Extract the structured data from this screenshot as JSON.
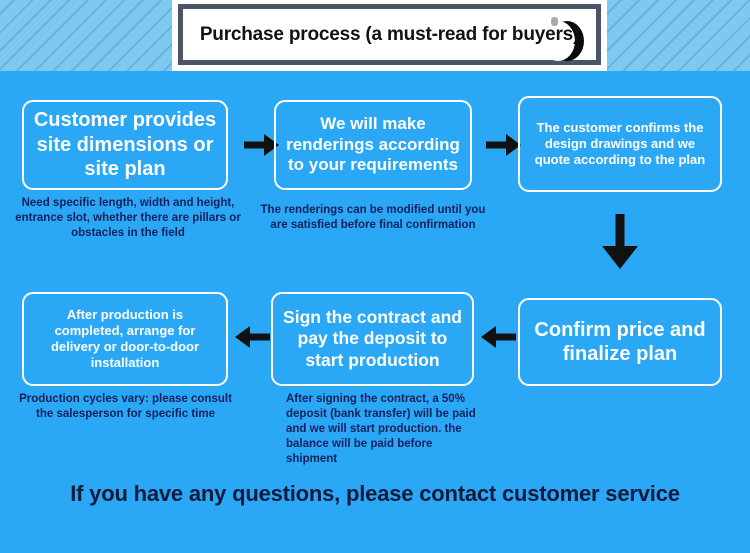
{
  "header": {
    "title": "Purchase process (a must-read for buyers)",
    "artifact_name": "erased-watermark-crescent"
  },
  "colors": {
    "background": "#2BA8F5",
    "header_stripe_base": "#7FC9F0",
    "header_stripe_line": "#64B4DF",
    "node_border": "#FFFFFF",
    "node_text": "#FFFFFF",
    "caption_text": "#13205C",
    "title_border": "#4A5568",
    "title_text": "#121212",
    "arrow": "#111111",
    "footer_text": "#101A3C"
  },
  "steps": [
    {
      "id": "step-1",
      "label": "Customer provides site dimensions or site plan",
      "caption": "Need specific length, width and height, entrance slot, whether there are pillars or obstacles in the field"
    },
    {
      "id": "step-2",
      "label": "We will make renderings according to your requirements",
      "caption": "The renderings can be modified until you are satisfied before final confirmation"
    },
    {
      "id": "step-3",
      "label": "The customer confirms the design drawings and we quote according to the plan",
      "caption": ""
    },
    {
      "id": "step-4",
      "label": "Confirm price and finalize plan",
      "caption": ""
    },
    {
      "id": "step-5",
      "label": "Sign the contract and pay the deposit to start production",
      "caption": "After signing the contract, a 50% deposit (bank transfer) will be paid and we will start production. the balance will be paid before shipment"
    },
    {
      "id": "step-6",
      "label": "After production is completed, arrange for delivery or door-to-door installation",
      "caption": "Production cycles vary: please consult the salesperson for specific time"
    }
  ],
  "arrows": [
    {
      "name": "arrow-right-step1-to-step2",
      "direction": "right"
    },
    {
      "name": "arrow-right-step2-to-step3",
      "direction": "right"
    },
    {
      "name": "arrow-down-step3-to-step4",
      "direction": "down"
    },
    {
      "name": "arrow-left-step4-to-step5",
      "direction": "left"
    },
    {
      "name": "arrow-left-step5-to-step6",
      "direction": "left"
    }
  ],
  "footer": {
    "text": "If you have any questions, please contact customer service"
  }
}
